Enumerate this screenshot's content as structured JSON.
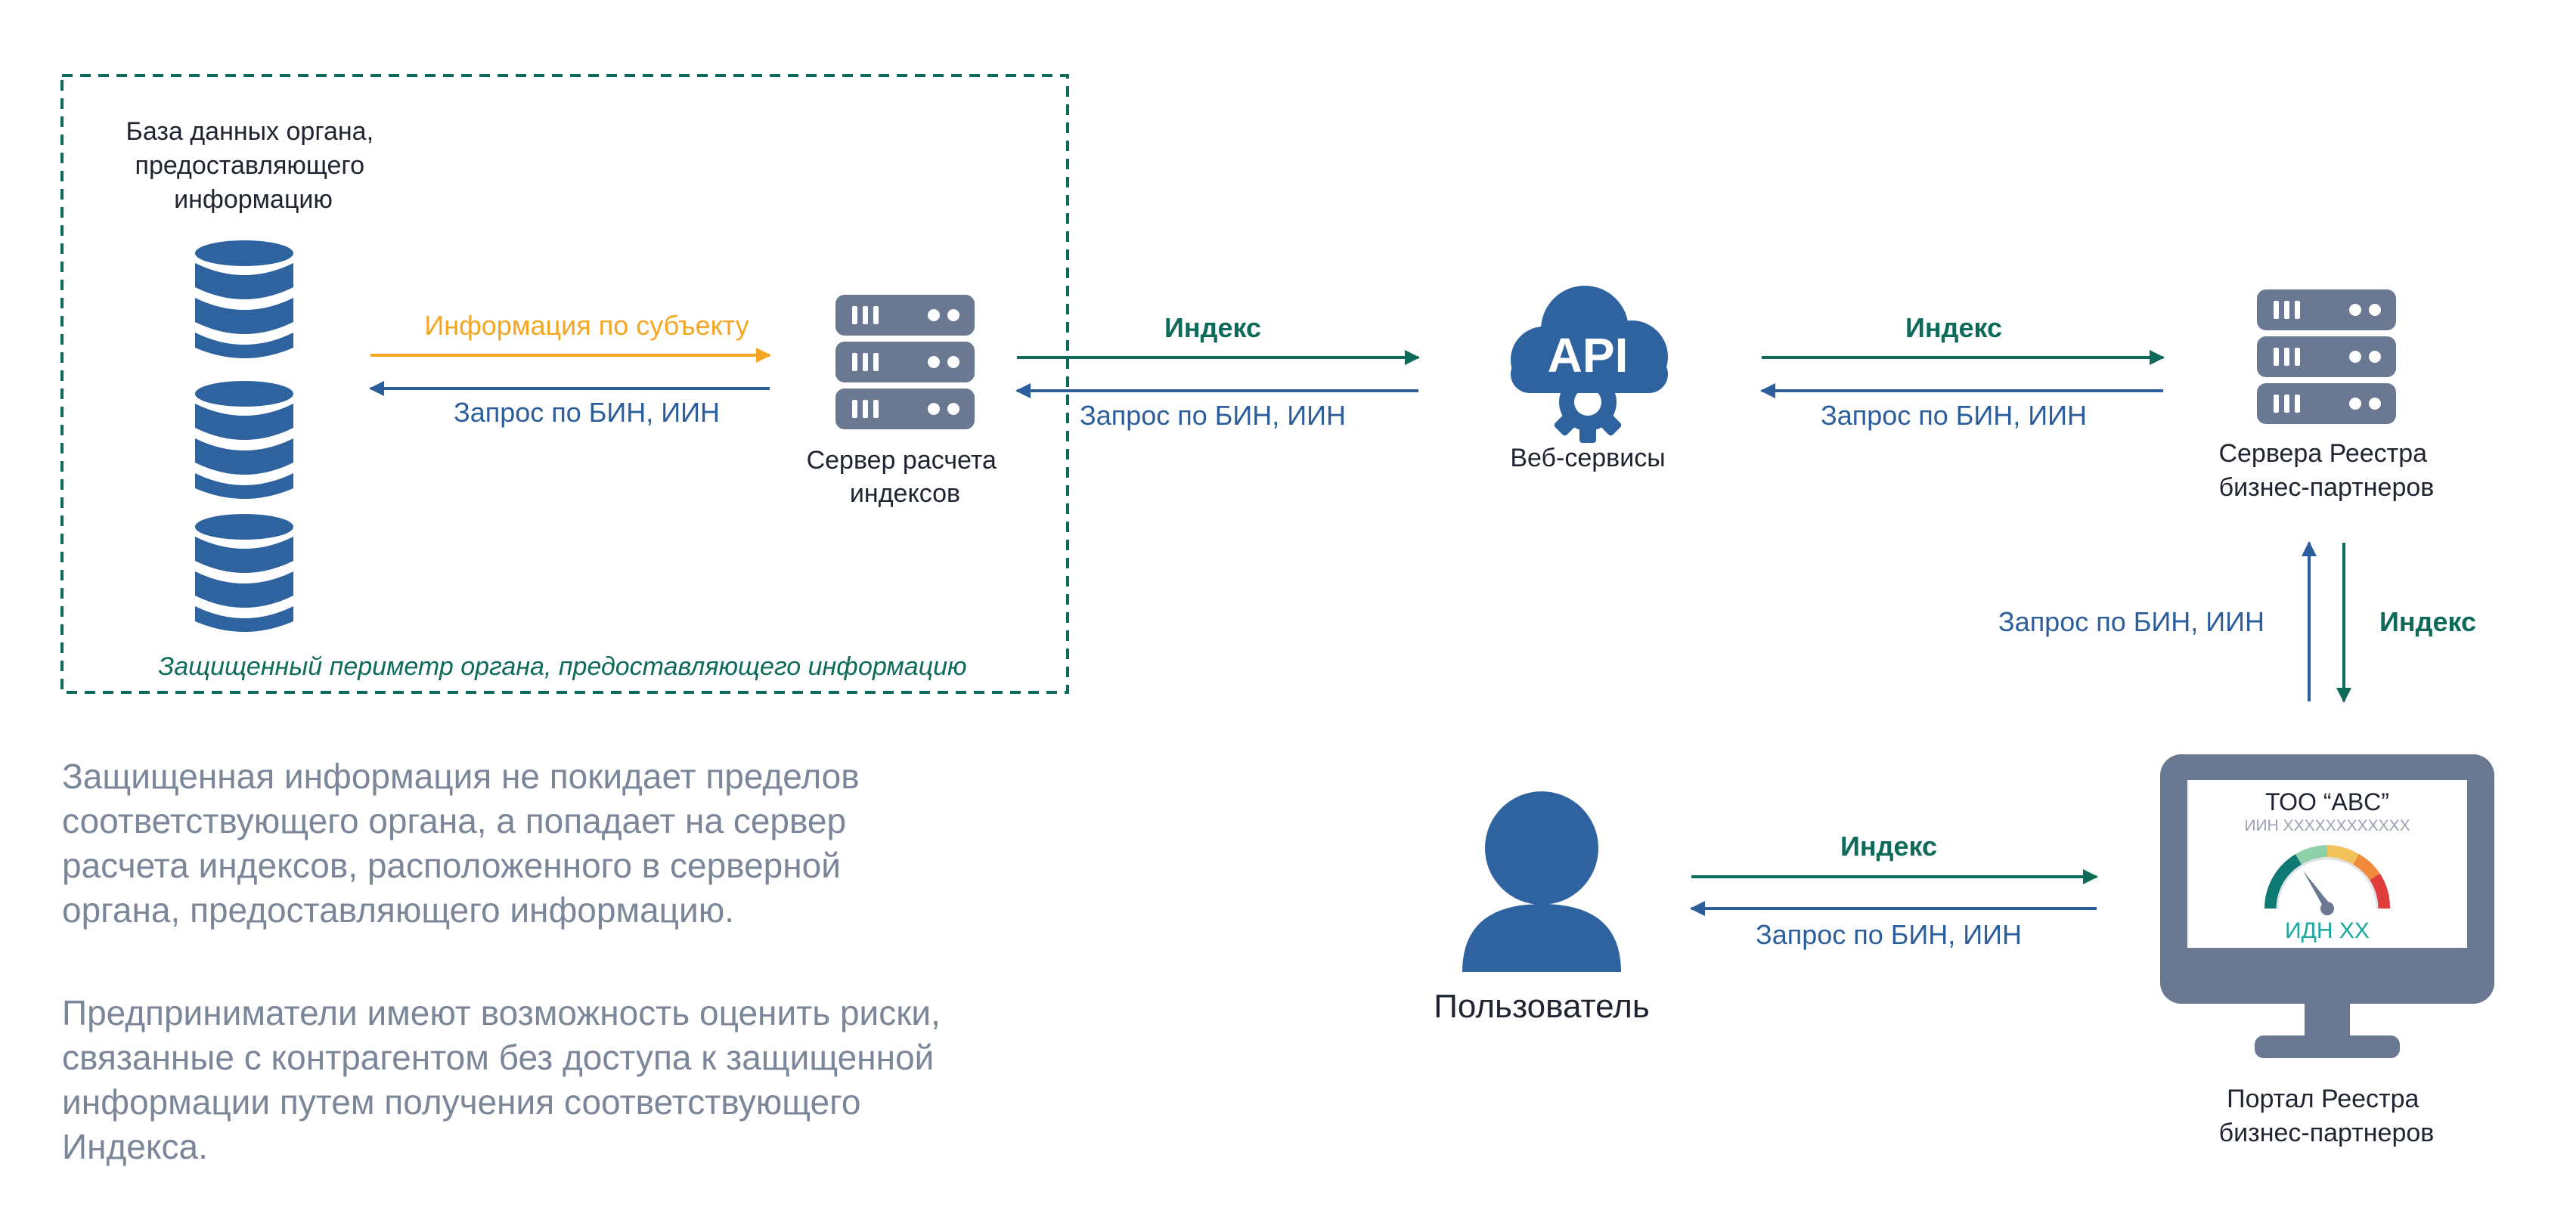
{
  "perimeter": {
    "caption": "Защищенный периметр органа, предоставляющего информацию"
  },
  "database": {
    "label": [
      "База данных органа,",
      "предоставляющего",
      "информацию"
    ]
  },
  "links": {
    "db_server_info": "Информация по субъекту",
    "db_server_request": "Запрос по БИН, ИИН",
    "server_ws_index": "Индекс",
    "server_ws_request": "Запрос по БИН, ИИН",
    "ws_registry_index": "Индекс",
    "ws_registry_request": "Запрос по БИН, ИИН",
    "registry_portal_request": "Запрос по БИН, ИИН",
    "registry_portal_index": "Индекс",
    "user_portal_index": "Индекс",
    "user_portal_request": "Запрос по БИН, ИИН"
  },
  "index_server": {
    "label": [
      "Сервер расчета",
      "индексов"
    ]
  },
  "web_services": {
    "badge": "API",
    "label": "Веб-сервисы"
  },
  "registry_servers": {
    "label": [
      "Сервера Реестра",
      "бизнес-партнеров"
    ]
  },
  "portal": {
    "company": "ТОО “ABC”",
    "iin": "ИИН ХХХХХХХХХХХХ",
    "score": "ИДН ХХ",
    "label": [
      "Портал Реестра",
      "бизнес-партнеров"
    ]
  },
  "user": {
    "label": "Пользователь"
  },
  "notes": {
    "paragraph1": [
      "Защищенная информация не покидает пределов",
      "соответствующего органа, а попадает на сервер",
      "расчета индексов, расположенного в серверной",
      "органа, предоставляющего информацию."
    ],
    "paragraph2": [
      "Предприниматели имеют возможность оценить риски,",
      "связанные с контрагентом без доступа к защищенной",
      "информации путем получения соответствующего",
      "Индекса."
    ]
  },
  "colors": {
    "teal": "#0e6b5a",
    "blue": "#2d5e9c",
    "orange": "#f5a623",
    "server_gray": "#6b7891",
    "icon_blue": "#2e63a0"
  }
}
